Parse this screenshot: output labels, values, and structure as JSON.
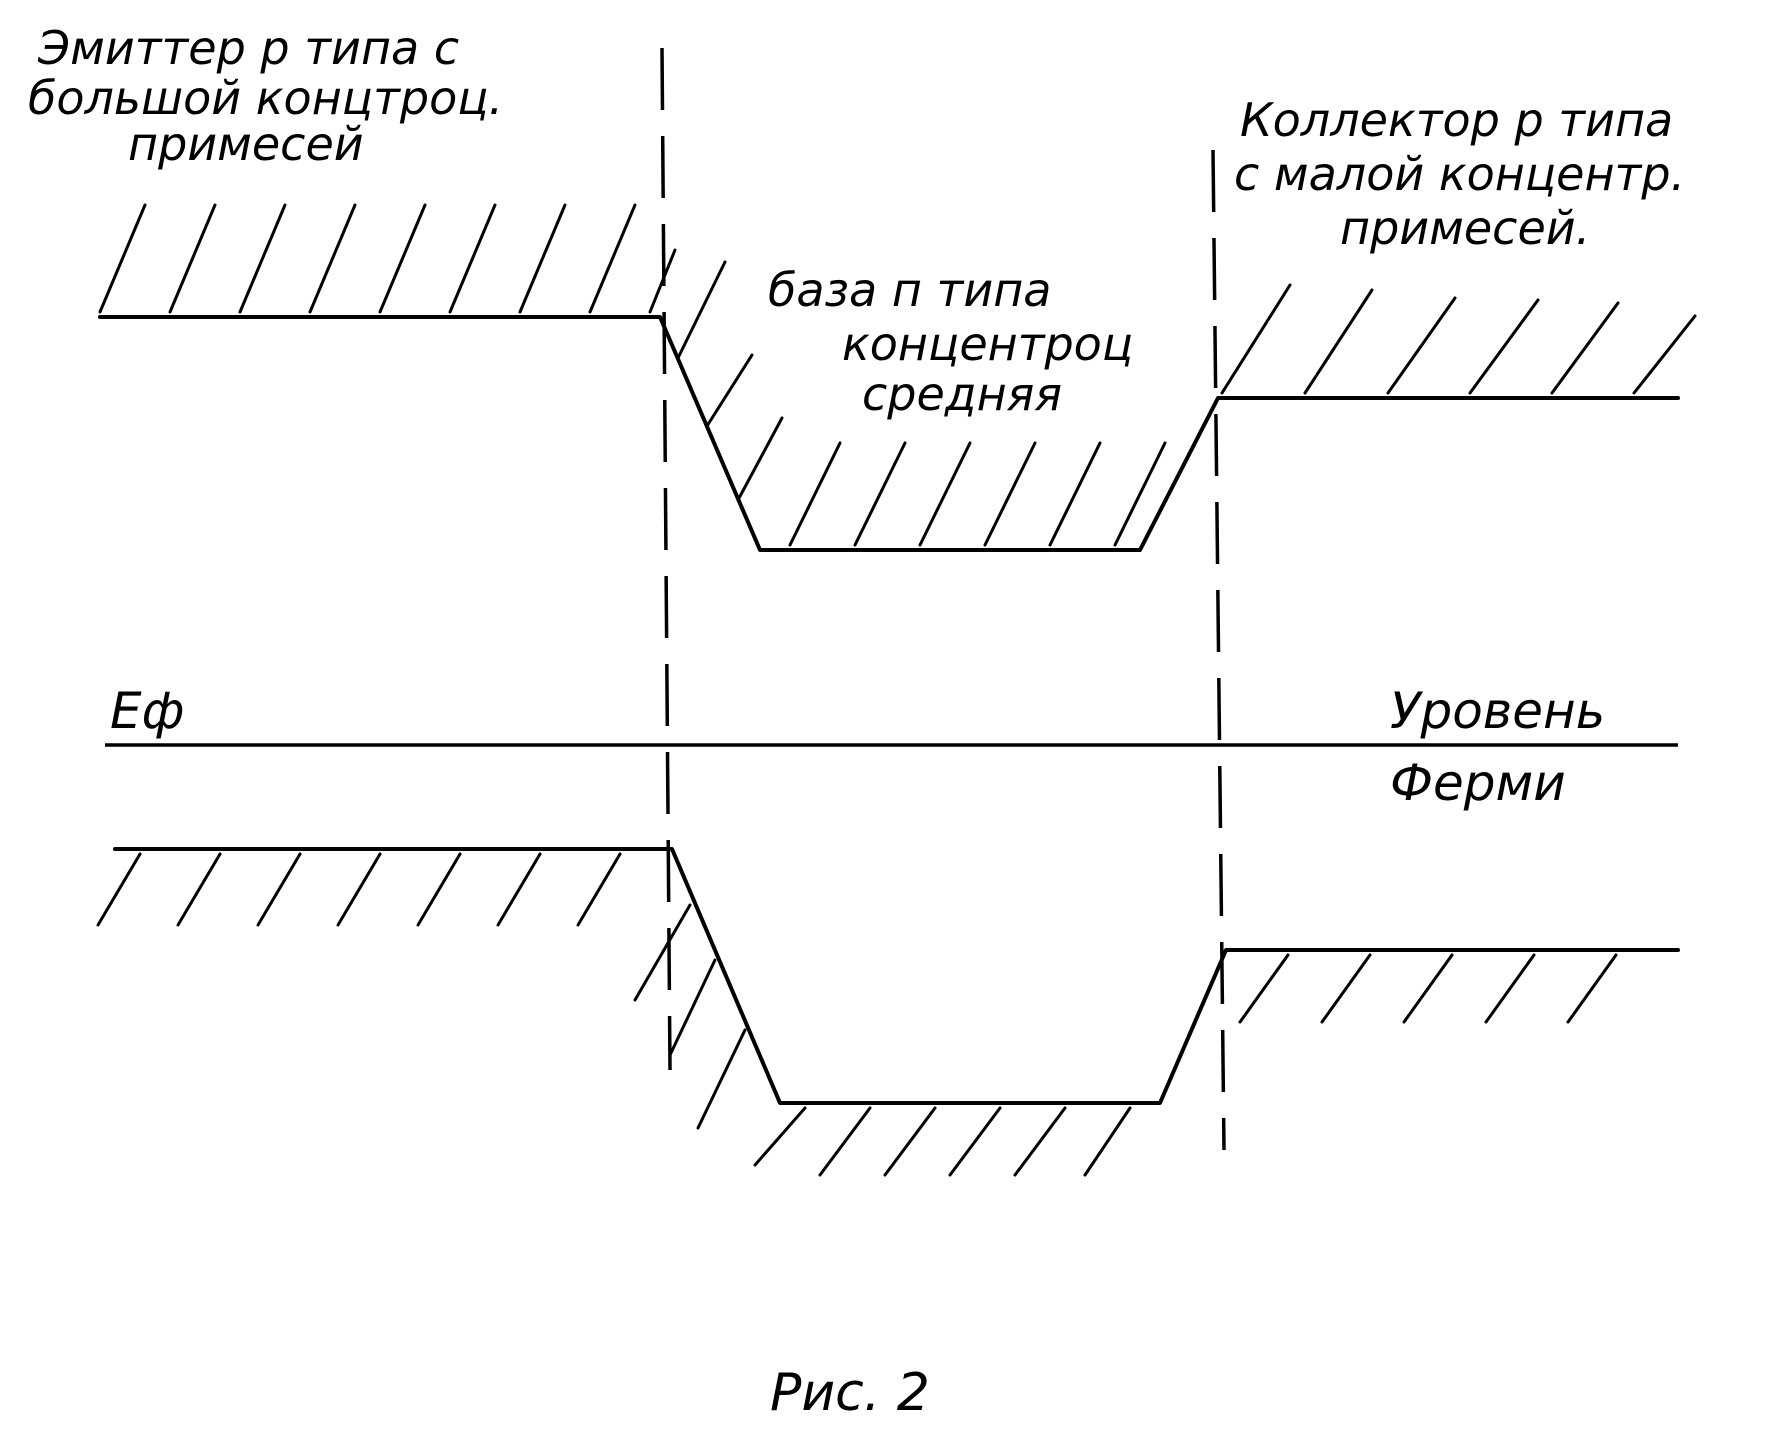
{
  "labels": {
    "emitter": [
      "Эмиттер р типа с",
      "большой концтроц.",
      "примесей"
    ],
    "base": [
      "база п типа",
      "концентроц",
      "средняя"
    ],
    "collector": [
      "Коллектор р типа",
      "с малой концентр.",
      "примесей."
    ],
    "fermi_symbol": "Еф",
    "fermi_level": [
      "Уровень",
      "Ферми"
    ],
    "caption": "Рис. 2"
  },
  "colors": {
    "ink": "#000000",
    "paper": "#ffffff"
  }
}
